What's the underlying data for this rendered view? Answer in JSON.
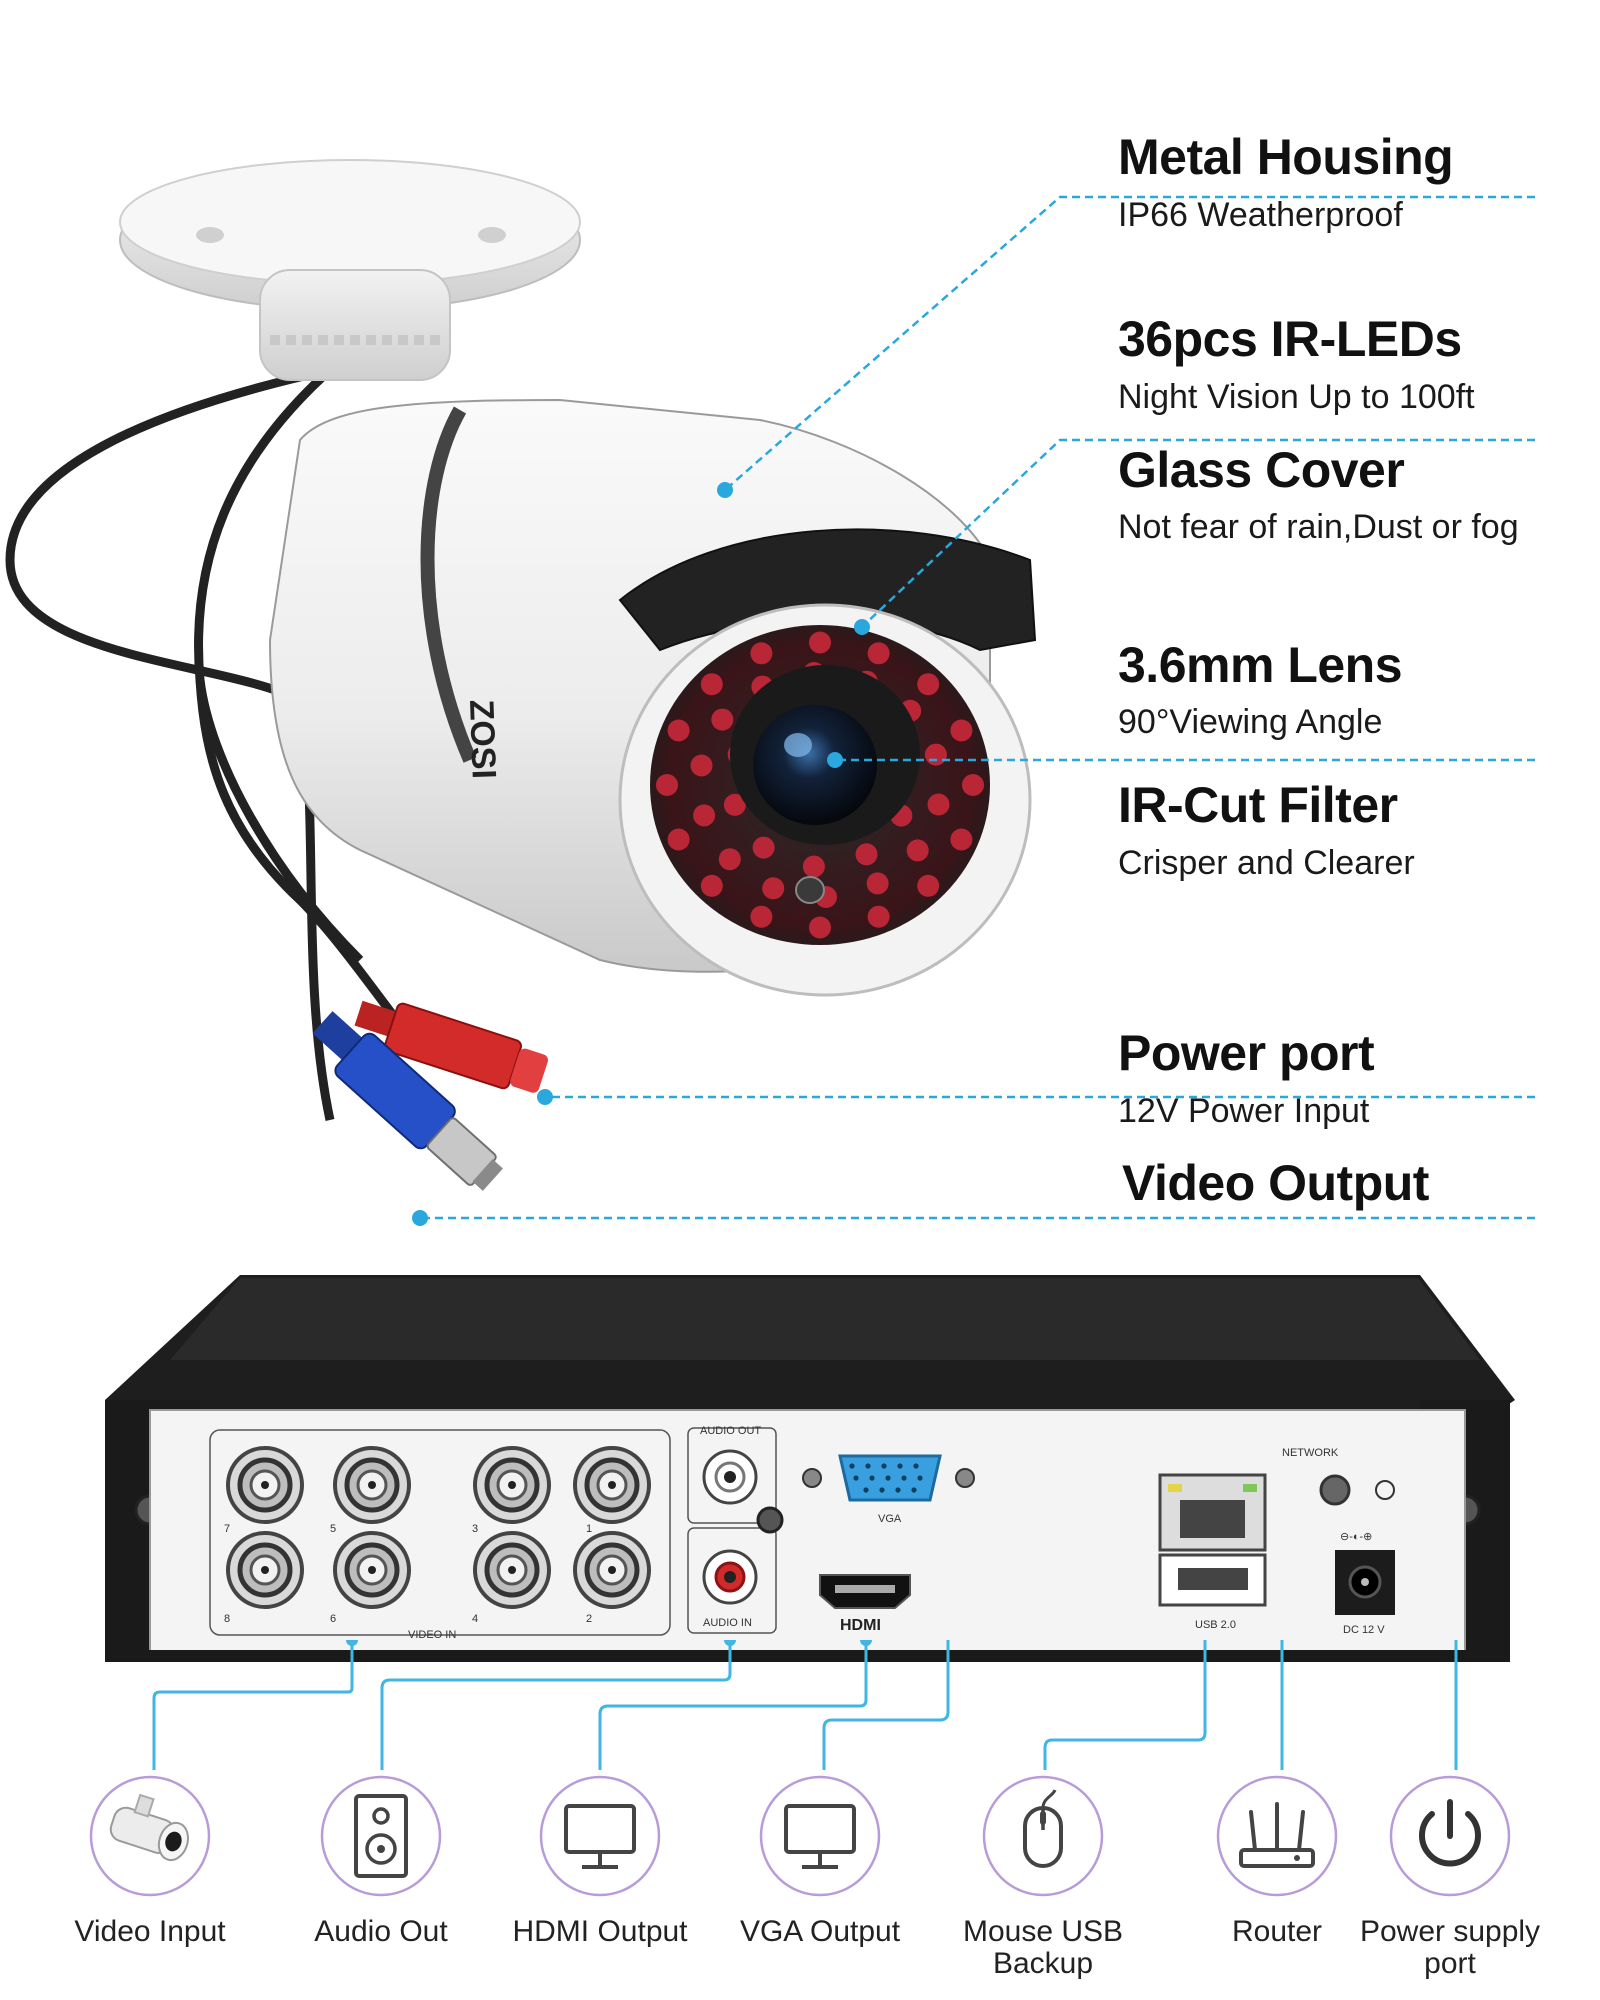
{
  "brand": "ZOSI",
  "colors": {
    "callout_line": "#2aa7dc",
    "connector_line": "#3fb6e3",
    "icon_ring": "#b79cd9",
    "dvr_body": "#1e1e1e",
    "dvr_panel": "#f4f4f4",
    "led_red": "#c8283a",
    "connector_red": "#d32a2a",
    "connector_blue": "#2550c8"
  },
  "features": [
    {
      "title": "Metal Housing",
      "subtitle": "IP66 Weatherproof"
    },
    {
      "title": "36pcs IR-LEDs",
      "subtitle": "Night Vision Up to 100ft"
    },
    {
      "title": "Glass Cover",
      "subtitle": "Not fear of rain,Dust or fog"
    },
    {
      "title": "3.6mm Lens",
      "subtitle": "90°Viewing Angle"
    },
    {
      "title": "IR-Cut Filter",
      "subtitle": "Crisper and Clearer"
    },
    {
      "title": "Power port",
      "subtitle": "12V  Power Input"
    },
    {
      "title": "Video Output",
      "subtitle": ""
    }
  ],
  "dvr_panel": {
    "audio_out": "AUDIO OUT",
    "audio_in": "AUDIO IN",
    "vga": "VGA",
    "hdmi": "HDMI",
    "network": "NETWORK",
    "usb": "USB 2.0",
    "dc": "DC 12 V",
    "dc_polarity": "⊖-◐-⊕",
    "video_in": "VIDEO IN",
    "channels_top": [
      "7",
      "5",
      "3",
      "1"
    ],
    "channels_bottom": [
      "8",
      "6",
      "4",
      "2"
    ]
  },
  "ports": [
    {
      "label": "Video Input",
      "icon": "camera-icon"
    },
    {
      "label": "Audio Out",
      "icon": "speaker-icon"
    },
    {
      "label": "HDMI Output",
      "icon": "monitor-icon"
    },
    {
      "label": "VGA Output",
      "icon": "monitor-icon"
    },
    {
      "label": "Mouse USB Backup",
      "icon": "mouse-icon"
    },
    {
      "label": "Router",
      "icon": "router-icon"
    },
    {
      "label": "Power supply port",
      "icon": "power-icon"
    }
  ]
}
